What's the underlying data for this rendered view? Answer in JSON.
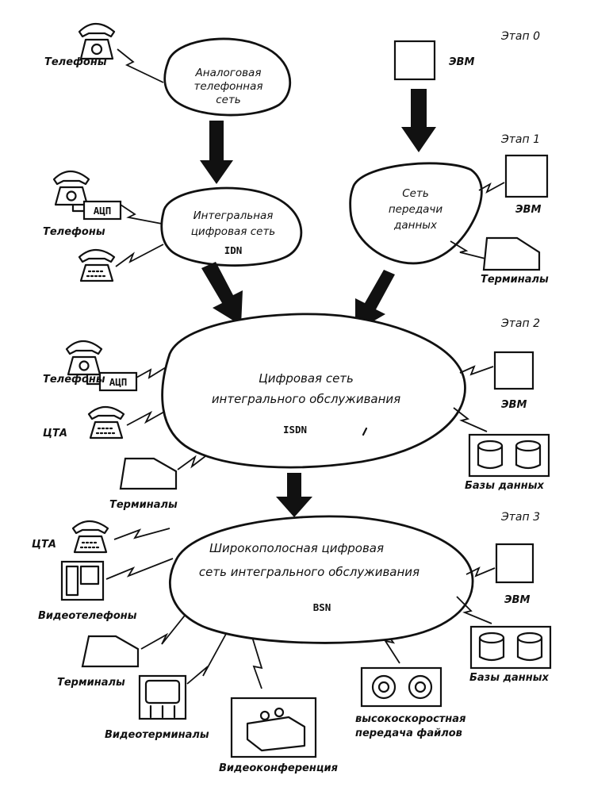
{
  "stages": {
    "s0": "Этап 0",
    "s1": "Этап 1",
    "s2": "Этап 2",
    "s3": "Этап 3"
  },
  "networks": {
    "analog": [
      "Аналоговая",
      "телефонная",
      "сеть"
    ],
    "data_net": [
      "Сеть",
      "передачи",
      "данных"
    ],
    "idn": [
      "Интегральная",
      "цифровая сеть",
      "IDN"
    ],
    "isdn": [
      "Цифровая сеть",
      "интегрального обслуживания",
      "ISDN"
    ],
    "bsn": [
      "Широкополосная цифровая",
      "сеть интегрального обслуживания",
      "BSN"
    ]
  },
  "labels": {
    "phones": "Телефоны",
    "evm": "ЭВМ",
    "adc": "АЦП",
    "terminals": "Терминалы",
    "cta": "ЦТА",
    "databases": "Базы данных",
    "videophones": "Видеотелефоны",
    "videoterminals": "Видеотерминалы",
    "videoconference": "Видеоконференция",
    "file_transfer": [
      "высокоскоростная",
      "передача файлов"
    ]
  }
}
